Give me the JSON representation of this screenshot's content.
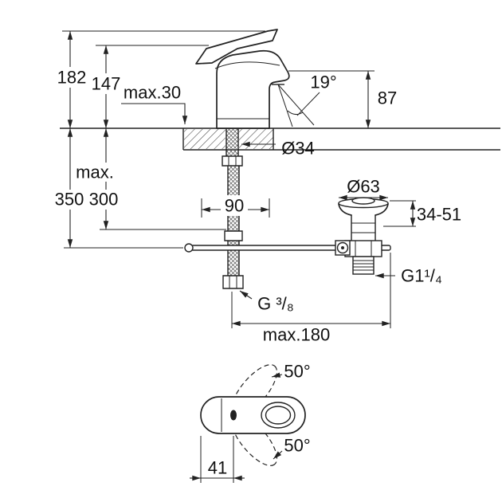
{
  "drawing": {
    "labels": {
      "h182": "182",
      "h147": "147",
      "max30": "max.30",
      "spout_angle": "19°",
      "h87": "87",
      "dia_hole": "Ø34",
      "max_prefix": "max.",
      "h350": "350",
      "h300": "300",
      "w90": "90",
      "dia_flange": "Ø63",
      "range_flange": "34-51",
      "thread_drain": "G1¹/₄",
      "thread_hose": "G ³/₈",
      "max_reach": "max.180",
      "swing_top": "50°",
      "swing_bottom": "50°",
      "w41": "41"
    }
  }
}
